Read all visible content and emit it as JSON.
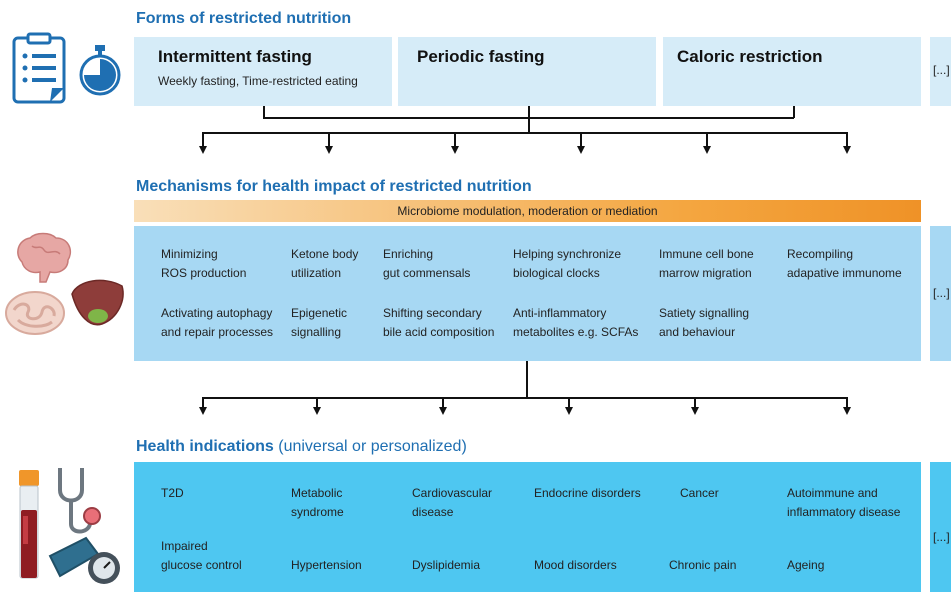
{
  "section1": {
    "title": "Forms of restricted nutrition",
    "cards": [
      {
        "title": "Intermittent fasting",
        "desc": "Weekly fasting, Time-restricted eating"
      },
      {
        "title": "Periodic fasting",
        "desc": ""
      },
      {
        "title": "Caloric restriction",
        "desc": ""
      }
    ],
    "more": "[...]"
  },
  "section2": {
    "title": "Mechanisms for health impact of restricted nutrition",
    "band": "Microbiome modulation, moderation or mediation",
    "items": [
      [
        "Minimizing",
        "ROS production"
      ],
      [
        "Ketone body",
        "utilization"
      ],
      [
        "Enriching",
        "gut commensals"
      ],
      [
        "Helping synchronize",
        "biological clocks"
      ],
      [
        "Immune cell bone",
        "marrow migration"
      ],
      [
        "Recompiling",
        "adapative immunome"
      ],
      [
        "Activating autophagy",
        "and repair processes"
      ],
      [
        "Epigenetic",
        "signalling"
      ],
      [
        "Shifting secondary",
        "bile acid composition"
      ],
      [
        "Anti-inflammatory",
        "metabolites e.g. SCFAs"
      ],
      [
        "Satiety signalling",
        "and behaviour"
      ]
    ],
    "more": "[...]"
  },
  "section3": {
    "title": "Health indications",
    "subtitle": " (universal or personalized)",
    "items": [
      [
        "T2D"
      ],
      [
        "Metabolic",
        "syndrome"
      ],
      [
        "Cardiovascular",
        "disease"
      ],
      [
        "Endocrine disorders"
      ],
      [
        "Cancer"
      ],
      [
        "Autoimmune and",
        "inflammatory disease"
      ],
      [
        "Impaired",
        "glucose control"
      ],
      [
        "Hypertension"
      ],
      [
        "Dyslipidemia"
      ],
      [
        "Mood disorders"
      ],
      [
        "Chronic pain"
      ],
      [
        "Ageing"
      ]
    ],
    "more": "[...]"
  },
  "colors": {
    "heading": "#1f6fb2",
    "card_light": "#d6ecf8",
    "panel_mid": "#a7d8f3",
    "panel_bright": "#4ec7f1",
    "band_orange": "#f4a640"
  },
  "icons": [
    "clipboard-icon",
    "stopwatch-icon",
    "brain-icon",
    "gut-icon",
    "liver-icon",
    "blood-tube-icon",
    "stethoscope-icon",
    "blood-pressure-icon"
  ]
}
